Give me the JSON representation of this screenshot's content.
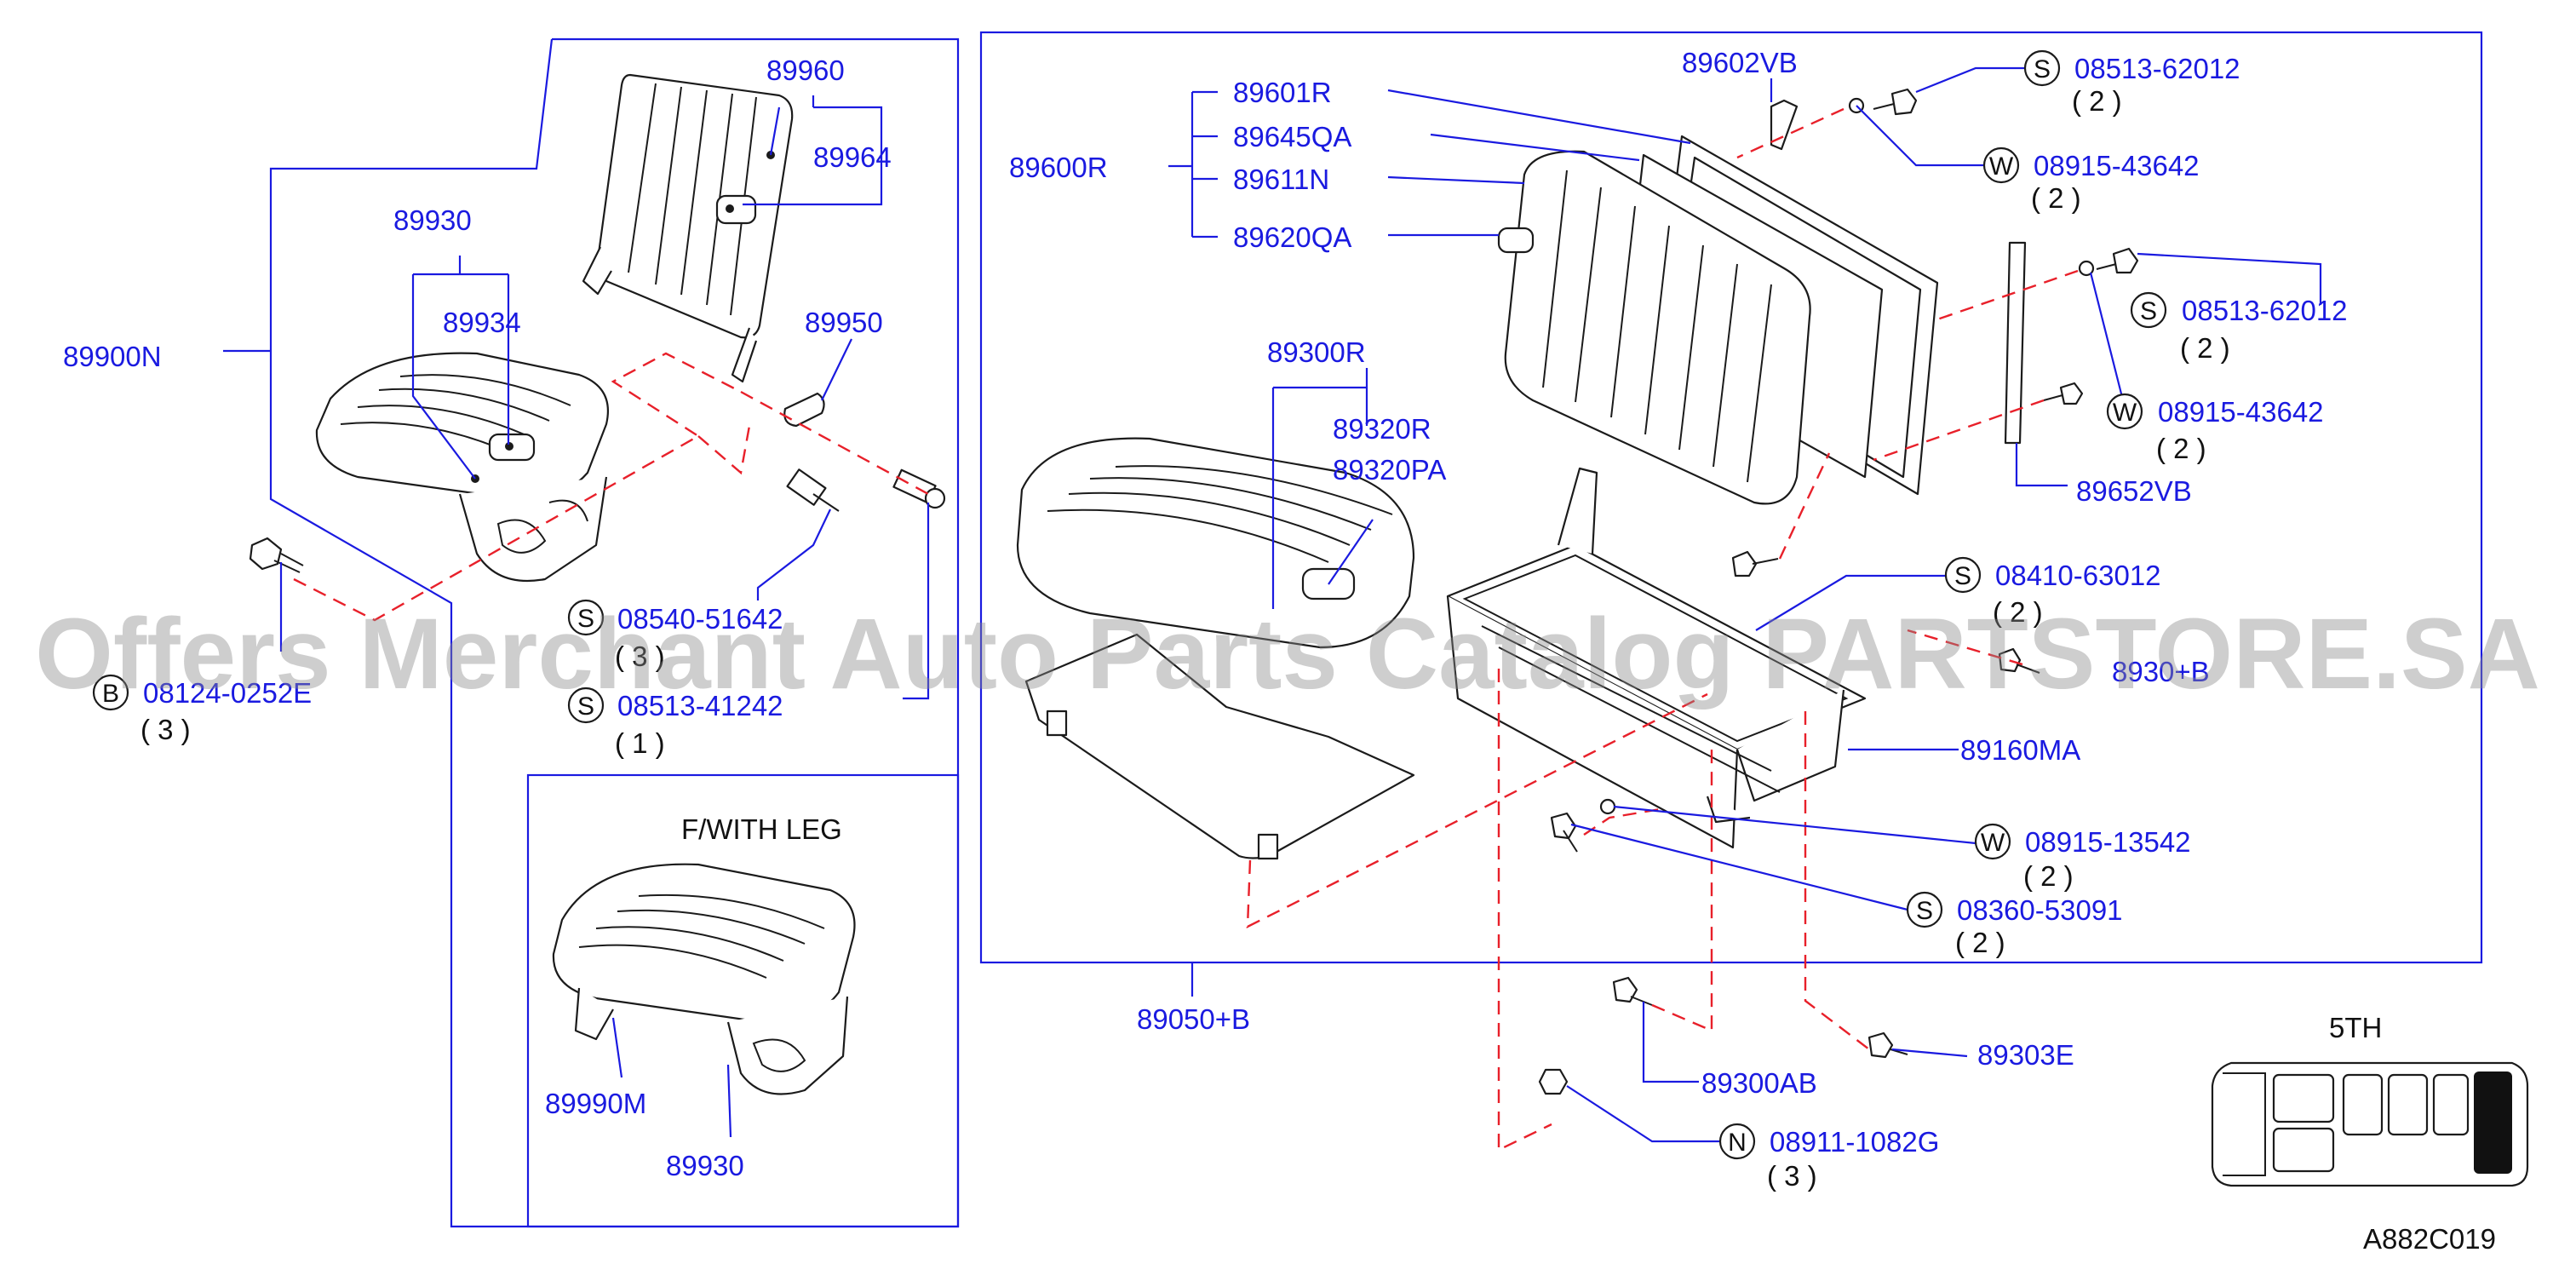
{
  "watermark": "Offers Merchant Auto Parts Catalog PARTSTORE.SA",
  "diagram_code": "A882C019",
  "inset_title": "F/WITH  LEG",
  "location_label": "5TH",
  "part_labels": {
    "p89960": "89960",
    "p89964": "89964",
    "p89930a": "89930",
    "p89934": "89934",
    "p89950": "89950",
    "p89900n": "89900N",
    "p89990m": "89990M",
    "p89930b": "89930",
    "p89601r": "89601R",
    "p89645qa": "89645QA",
    "p89611n": "89611N",
    "p89620qa": "89620QA",
    "p89600r": "89600R",
    "p89602vb": "89602VB",
    "p89652vb": "89652VB",
    "p89300r": "89300R",
    "p89320r": "89320R",
    "p89320pa": "89320PA",
    "p89304b": "8930+B",
    "p89160ma": "89160MA",
    "p89050b": "89050+B",
    "p89300ab": "89300AB",
    "p89303e": "89303E"
  },
  "fasteners": [
    {
      "prefix": "S",
      "part": "08540-51642",
      "qty": "( 3 )"
    },
    {
      "prefix": "S",
      "part": "08513-41242",
      "qty": "( 1 )"
    },
    {
      "prefix": "B",
      "part": "08124-0252E",
      "qty": "( 3 )"
    },
    {
      "prefix": "S",
      "part": "08513-62012",
      "qty": "( 2 )"
    },
    {
      "prefix": "W",
      "part": "08915-43642",
      "qty": "( 2 )"
    },
    {
      "prefix": "S",
      "part": "08513-62012",
      "qty": "( 2 )"
    },
    {
      "prefix": "W",
      "part": "08915-43642",
      "qty": "( 2 )"
    },
    {
      "prefix": "S",
      "part": "08410-63012",
      "qty": "( 2 )"
    },
    {
      "prefix": "W",
      "part": "08915-13542",
      "qty": "( 2 )"
    },
    {
      "prefix": "S",
      "part": "08360-53091",
      "qty": "( 2 )"
    },
    {
      "prefix": "N",
      "part": "08911-1082G",
      "qty": "( 3 )"
    }
  ],
  "colors": {
    "label_blue": "#1a1ae0",
    "dashed_red": "#e8202a",
    "line_black": "#1b1b1b"
  }
}
